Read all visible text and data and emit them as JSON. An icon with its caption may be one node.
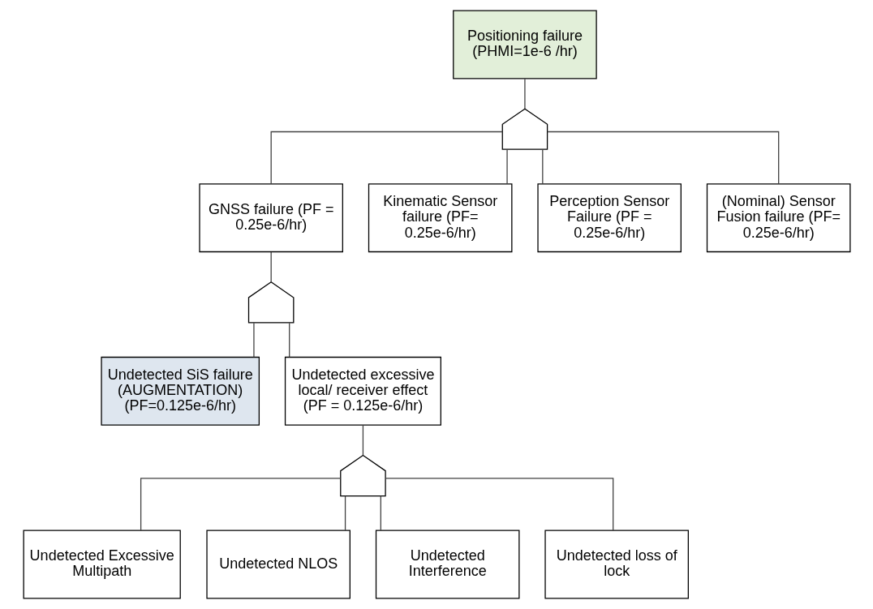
{
  "diagram": {
    "nodes": [
      {
        "text": [
          "Positioning failure (PHMI=1e-6 /hr)"
        ]
      },
      {
        "text": [],
        "shape": "gate"
      },
      {
        "text": [
          "GNSS failure (PF = 0.25e-6/hr)"
        ]
      },
      {
        "text": [
          "Kinematic Sensor failure (PF= 0.25e-6/hr)"
        ]
      },
      {
        "text": [
          "Perception Sensor Failure (PF = 0.25e-6/hr)"
        ]
      },
      {
        "text": [
          "(Nominal) Sensor Fusion failure (PF= 0.25e-6/hr)"
        ]
      },
      {
        "text": [],
        "shape": "gate"
      },
      {
        "text": [
          "Undetected SiS failure (AUGMENTATION) (PF=0.125e-6/hr)"
        ]
      },
      {
        "text": [
          "Undetected excessive local/ receiver effect (PF = 0.125e-6/hr)"
        ]
      },
      {
        "text": [],
        "shape": "gate"
      },
      {
        "text": [
          "Undetected Excessive Multipath"
        ]
      },
      {
        "text": [
          "Undetected NLOS"
        ]
      },
      {
        "text": [
          "Undetected Interference"
        ]
      },
      {
        "text": [
          "Undetected loss of lock"
        ]
      }
    ],
    "edges": [
      {
        "from": 0,
        "to": 1,
        "arrow": "none"
      },
      {
        "from": 1,
        "to": 2,
        "arrow": "none"
      },
      {
        "from": 1,
        "to": 3,
        "arrow": "none"
      },
      {
        "from": 1,
        "to": 4,
        "arrow": "none"
      },
      {
        "from": 1,
        "to": 5,
        "arrow": "none"
      },
      {
        "from": 2,
        "to": 6,
        "arrow": "none"
      },
      {
        "from": 6,
        "to": 7,
        "arrow": "none"
      },
      {
        "from": 6,
        "to": 8,
        "arrow": "none"
      },
      {
        "from": 8,
        "to": 9,
        "arrow": "none"
      },
      {
        "from": 9,
        "to": 10,
        "arrow": "none"
      },
      {
        "from": 9,
        "to": 11,
        "arrow": "none"
      },
      {
        "from": 9,
        "to": 12,
        "arrow": "none"
      },
      {
        "from": 9,
        "to": 13,
        "arrow": "none"
      }
    ]
  }
}
